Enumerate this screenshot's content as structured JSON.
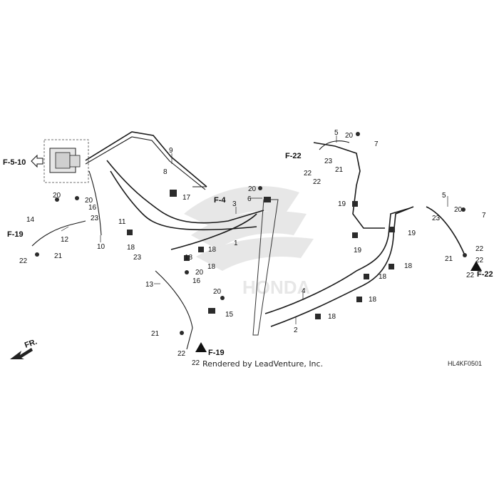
{
  "diagram": {
    "watermark_text": "HONDA",
    "footer_text": "Rendered by LeadVenture, Inc.",
    "part_code": "HL4KF0501",
    "direction_label": "FR.",
    "refs": {
      "f510": "F-5-10",
      "f22_top": "F-22",
      "f19_left": "F-19",
      "f4": "F-4",
      "f22_right": "F-22",
      "f19_bottom": "F-19"
    },
    "callouts": {
      "c1": "1",
      "c2": "2",
      "c3": "3",
      "c4": "4",
      "c5a": "5",
      "c5b": "5",
      "c6": "6",
      "c7a": "7",
      "c7b": "7",
      "c8": "8",
      "c9": "9",
      "c10": "10",
      "c11": "11",
      "c12": "12",
      "c13": "13",
      "c14": "14",
      "c15": "15",
      "c16a": "16",
      "c16b": "16",
      "c17": "17",
      "c18a": "18",
      "c18b": "18",
      "c18c": "18",
      "c18d": "18",
      "c18e": "18",
      "c18f": "18",
      "c18g": "18",
      "c18h": "18",
      "c19a": "19",
      "c19b": "19",
      "c19c": "19",
      "c20a": "20",
      "c20b": "20",
      "c20c": "20",
      "c20d": "20",
      "c20e": "20",
      "c20f": "20",
      "c20g": "20",
      "c21a": "21",
      "c21b": "21",
      "c21c": "21",
      "c21d": "21",
      "c22a": "22",
      "c22b": "22",
      "c22c": "22",
      "c22d": "22",
      "c22e": "22",
      "c22f": "22",
      "c22g": "22",
      "c22h": "22",
      "c23a": "23",
      "c23b": "23",
      "c23c": "23",
      "c23d": "23"
    }
  }
}
